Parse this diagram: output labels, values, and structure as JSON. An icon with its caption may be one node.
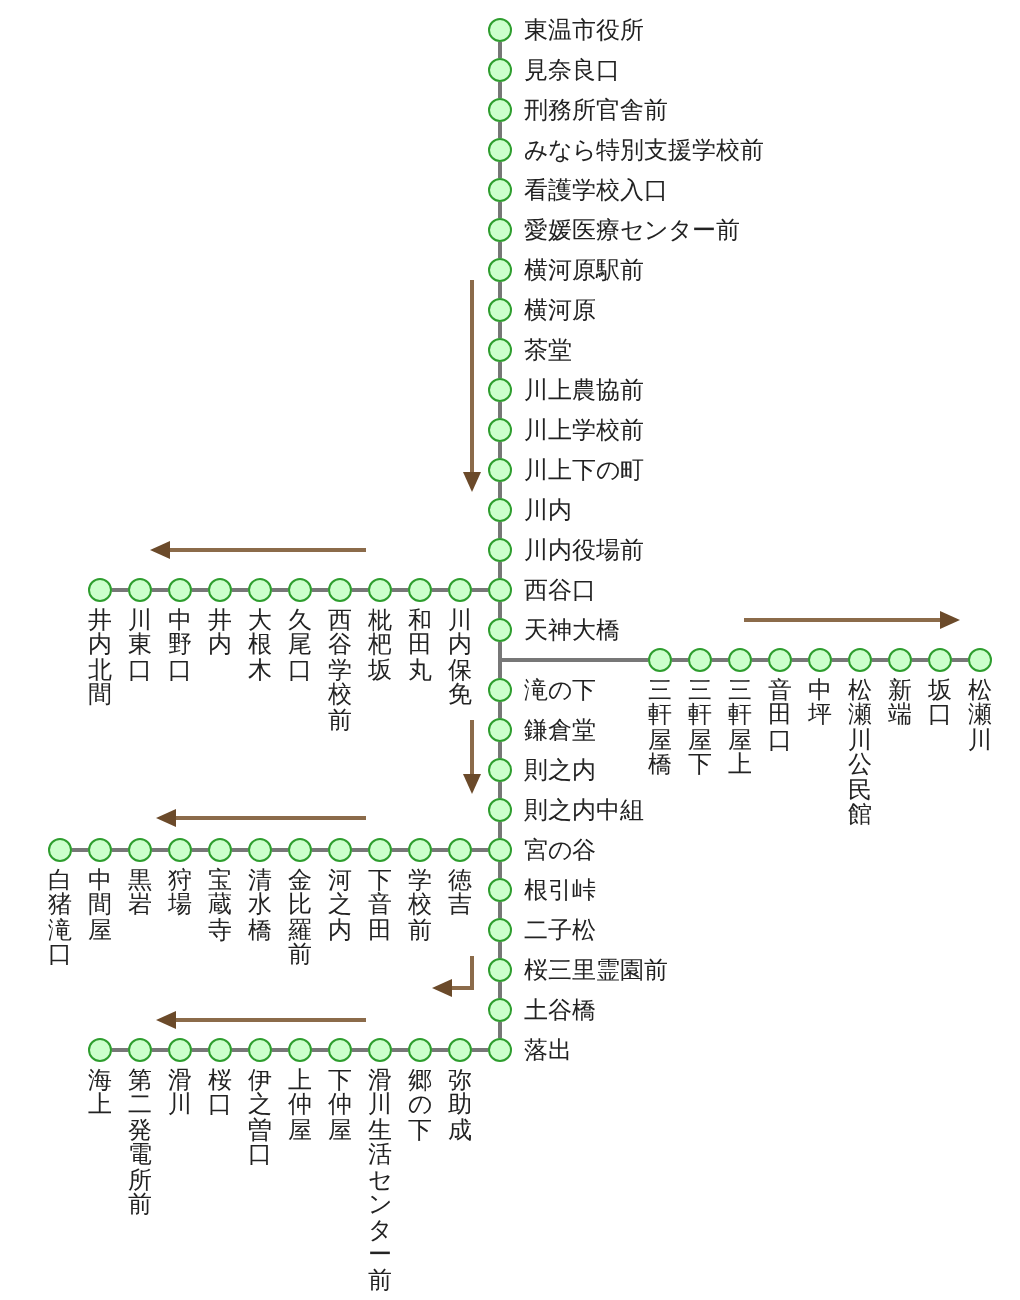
{
  "diagram": {
    "nodes": [
      {
        "text": [
          "東温市役所"
        ]
      },
      {
        "text": [
          "見奈良口"
        ]
      },
      {
        "text": [
          "刑務所官舎前"
        ]
      },
      {
        "text": [
          "みなら特別支援学校前"
        ]
      },
      {
        "text": [
          "看護学校入口"
        ]
      },
      {
        "text": [
          "愛媛医療センター前"
        ]
      },
      {
        "text": [
          "横河原駅前"
        ]
      },
      {
        "text": [
          "横河原"
        ]
      },
      {
        "text": [
          "茶堂"
        ]
      },
      {
        "text": [
          "川上農協前"
        ]
      },
      {
        "text": [
          "川上学校前"
        ]
      },
      {
        "text": [
          "川上下の町"
        ]
      },
      {
        "text": [
          "川内"
        ]
      },
      {
        "text": [
          "川内役場前"
        ]
      },
      {
        "text": [
          "西谷口"
        ]
      },
      {
        "text": [
          "川内保免"
        ]
      },
      {
        "text": [
          "和田丸"
        ]
      },
      {
        "text": [
          "枇杷坂"
        ]
      },
      {
        "text": [
          "西谷学校前"
        ]
      },
      {
        "text": [
          "久尾口"
        ]
      },
      {
        "text": [
          "大根木"
        ]
      },
      {
        "text": [
          "井内"
        ]
      },
      {
        "text": [
          "中野口"
        ]
      },
      {
        "text": [
          "川東口"
        ]
      },
      {
        "text": [
          "井内北間"
        ]
      },
      {
        "text": [
          "天神大橋"
        ]
      },
      {
        "text": [
          "三軒屋橋"
        ]
      },
      {
        "text": [
          "三軒屋下"
        ]
      },
      {
        "text": [
          "三軒屋上"
        ]
      },
      {
        "text": [
          "音田口"
        ]
      },
      {
        "text": [
          "中坪"
        ]
      },
      {
        "text": [
          "松瀬川公民館"
        ]
      },
      {
        "text": [
          "新端"
        ]
      },
      {
        "text": [
          "坂口"
        ]
      },
      {
        "text": [
          "松瀬川"
        ]
      },
      {
        "text": [
          "滝の下"
        ]
      },
      {
        "text": [
          "鎌倉堂"
        ]
      },
      {
        "text": [
          "則之内"
        ]
      },
      {
        "text": [
          "則之内中組"
        ]
      },
      {
        "text": [
          "宮の谷"
        ]
      },
      {
        "text": [
          "徳吉"
        ]
      },
      {
        "text": [
          "学校前"
        ]
      },
      {
        "text": [
          "下音田"
        ]
      },
      {
        "text": [
          "河之内"
        ]
      },
      {
        "text": [
          "金比羅前"
        ]
      },
      {
        "text": [
          "清水橋"
        ]
      },
      {
        "text": [
          "宝蔵寺"
        ]
      },
      {
        "text": [
          "狩場"
        ]
      },
      {
        "text": [
          "黒岩"
        ]
      },
      {
        "text": [
          "中間屋"
        ]
      },
      {
        "text": [
          "白猪滝口"
        ]
      },
      {
        "text": [
          "根引峠"
        ]
      },
      {
        "text": [
          "二子松"
        ]
      },
      {
        "text": [
          "桜三里霊園前"
        ]
      },
      {
        "text": [
          "土谷橋"
        ]
      },
      {
        "text": [
          "落出"
        ]
      },
      {
        "text": [
          "弥助成"
        ]
      },
      {
        "text": [
          "郷の下"
        ]
      },
      {
        "text": [
          "滑川生活センター前"
        ]
      },
      {
        "text": [
          "下仲屋"
        ]
      },
      {
        "text": [
          "上仲屋"
        ]
      },
      {
        "text": [
          "伊之曽口"
        ]
      },
      {
        "text": [
          "桜口"
        ]
      },
      {
        "text": [
          "滑川"
        ]
      },
      {
        "text": [
          "第二発電所前"
        ]
      },
      {
        "text": [
          "海上"
        ]
      }
    ],
    "edges": [
      {
        "from": 0,
        "to": 1,
        "arrow": "none"
      },
      {
        "from": 1,
        "to": 2,
        "arrow": "none"
      },
      {
        "from": 2,
        "to": 3,
        "arrow": "none"
      },
      {
        "from": 3,
        "to": 4,
        "arrow": "none"
      },
      {
        "from": 4,
        "to": 5,
        "arrow": "none"
      },
      {
        "from": 5,
        "to": 6,
        "arrow": "none"
      },
      {
        "from": 6,
        "to": 7,
        "arrow": "none"
      },
      {
        "from": 7,
        "to": 8,
        "arrow": "none"
      },
      {
        "from": 8,
        "to": 9,
        "arrow": "none"
      },
      {
        "from": 9,
        "to": 10,
        "arrow": "none"
      },
      {
        "from": 10,
        "to": 11,
        "arrow": "none"
      },
      {
        "from": 11,
        "to": 12,
        "arrow": "none"
      },
      {
        "from": 12,
        "to": 13,
        "arrow": "none"
      },
      {
        "from": 13,
        "to": 14,
        "arrow": "none"
      },
      {
        "from": 14,
        "to": 15,
        "arrow": "none"
      },
      {
        "from": 15,
        "to": 16,
        "arrow": "none"
      },
      {
        "from": 16,
        "to": 17,
        "arrow": "none"
      },
      {
        "from": 17,
        "to": 18,
        "arrow": "none"
      },
      {
        "from": 18,
        "to": 19,
        "arrow": "none"
      },
      {
        "from": 19,
        "to": 20,
        "arrow": "none"
      },
      {
        "from": 20,
        "to": 21,
        "arrow": "none"
      },
      {
        "from": 21,
        "to": 22,
        "arrow": "none"
      },
      {
        "from": 22,
        "to": 23,
        "arrow": "none"
      },
      {
        "from": 23,
        "to": 24,
        "arrow": "none"
      },
      {
        "from": 14,
        "to": 25,
        "arrow": "none"
      },
      {
        "from": 25,
        "to": 26,
        "arrow": "none"
      },
      {
        "from": 26,
        "to": 27,
        "arrow": "none"
      },
      {
        "from": 27,
        "to": 28,
        "arrow": "none"
      },
      {
        "from": 28,
        "to": 29,
        "arrow": "none"
      },
      {
        "from": 29,
        "to": 30,
        "arrow": "none"
      },
      {
        "from": 30,
        "to": 31,
        "arrow": "none"
      },
      {
        "from": 31,
        "to": 32,
        "arrow": "none"
      },
      {
        "from": 32,
        "to": 33,
        "arrow": "none"
      },
      {
        "from": 33,
        "to": 34,
        "arrow": "none"
      },
      {
        "from": 25,
        "to": 35,
        "arrow": "none"
      },
      {
        "from": 35,
        "to": 36,
        "arrow": "none"
      },
      {
        "from": 36,
        "to": 37,
        "arrow": "none"
      },
      {
        "from": 37,
        "to": 38,
        "arrow": "none"
      },
      {
        "from": 38,
        "to": 39,
        "arrow": "none"
      },
      {
        "from": 39,
        "to": 40,
        "arrow": "none"
      },
      {
        "from": 40,
        "to": 41,
        "arrow": "none"
      },
      {
        "from": 41,
        "to": 42,
        "arrow": "none"
      },
      {
        "from": 42,
        "to": 43,
        "arrow": "none"
      },
      {
        "from": 43,
        "to": 44,
        "arrow": "none"
      },
      {
        "from": 44,
        "to": 45,
        "arrow": "none"
      },
      {
        "from": 45,
        "to": 46,
        "arrow": "none"
      },
      {
        "from": 46,
        "to": 47,
        "arrow": "none"
      },
      {
        "from": 47,
        "to": 48,
        "arrow": "none"
      },
      {
        "from": 48,
        "to": 49,
        "arrow": "none"
      },
      {
        "from": 49,
        "to": 50,
        "arrow": "none"
      },
      {
        "from": 39,
        "to": 51,
        "arrow": "none"
      },
      {
        "from": 51,
        "to": 52,
        "arrow": "none"
      },
      {
        "from": 52,
        "to": 53,
        "arrow": "none"
      },
      {
        "from": 53,
        "to": 54,
        "arrow": "none"
      },
      {
        "from": 54,
        "to": 55,
        "arrow": "none"
      },
      {
        "from": 55,
        "to": 56,
        "arrow": "none"
      },
      {
        "from": 56,
        "to": 57,
        "arrow": "none"
      },
      {
        "from": 57,
        "to": 58,
        "arrow": "none"
      },
      {
        "from": 58,
        "to": 59,
        "arrow": "none"
      },
      {
        "from": 59,
        "to": 60,
        "arrow": "none"
      },
      {
        "from": 60,
        "to": 61,
        "arrow": "none"
      },
      {
        "from": 61,
        "to": 62,
        "arrow": "none"
      },
      {
        "from": 62,
        "to": 63,
        "arrow": "none"
      },
      {
        "from": 63,
        "to": 64,
        "arrow": "none"
      },
      {
        "from": 64,
        "to": 65,
        "arrow": "none"
      }
    ]
  }
}
